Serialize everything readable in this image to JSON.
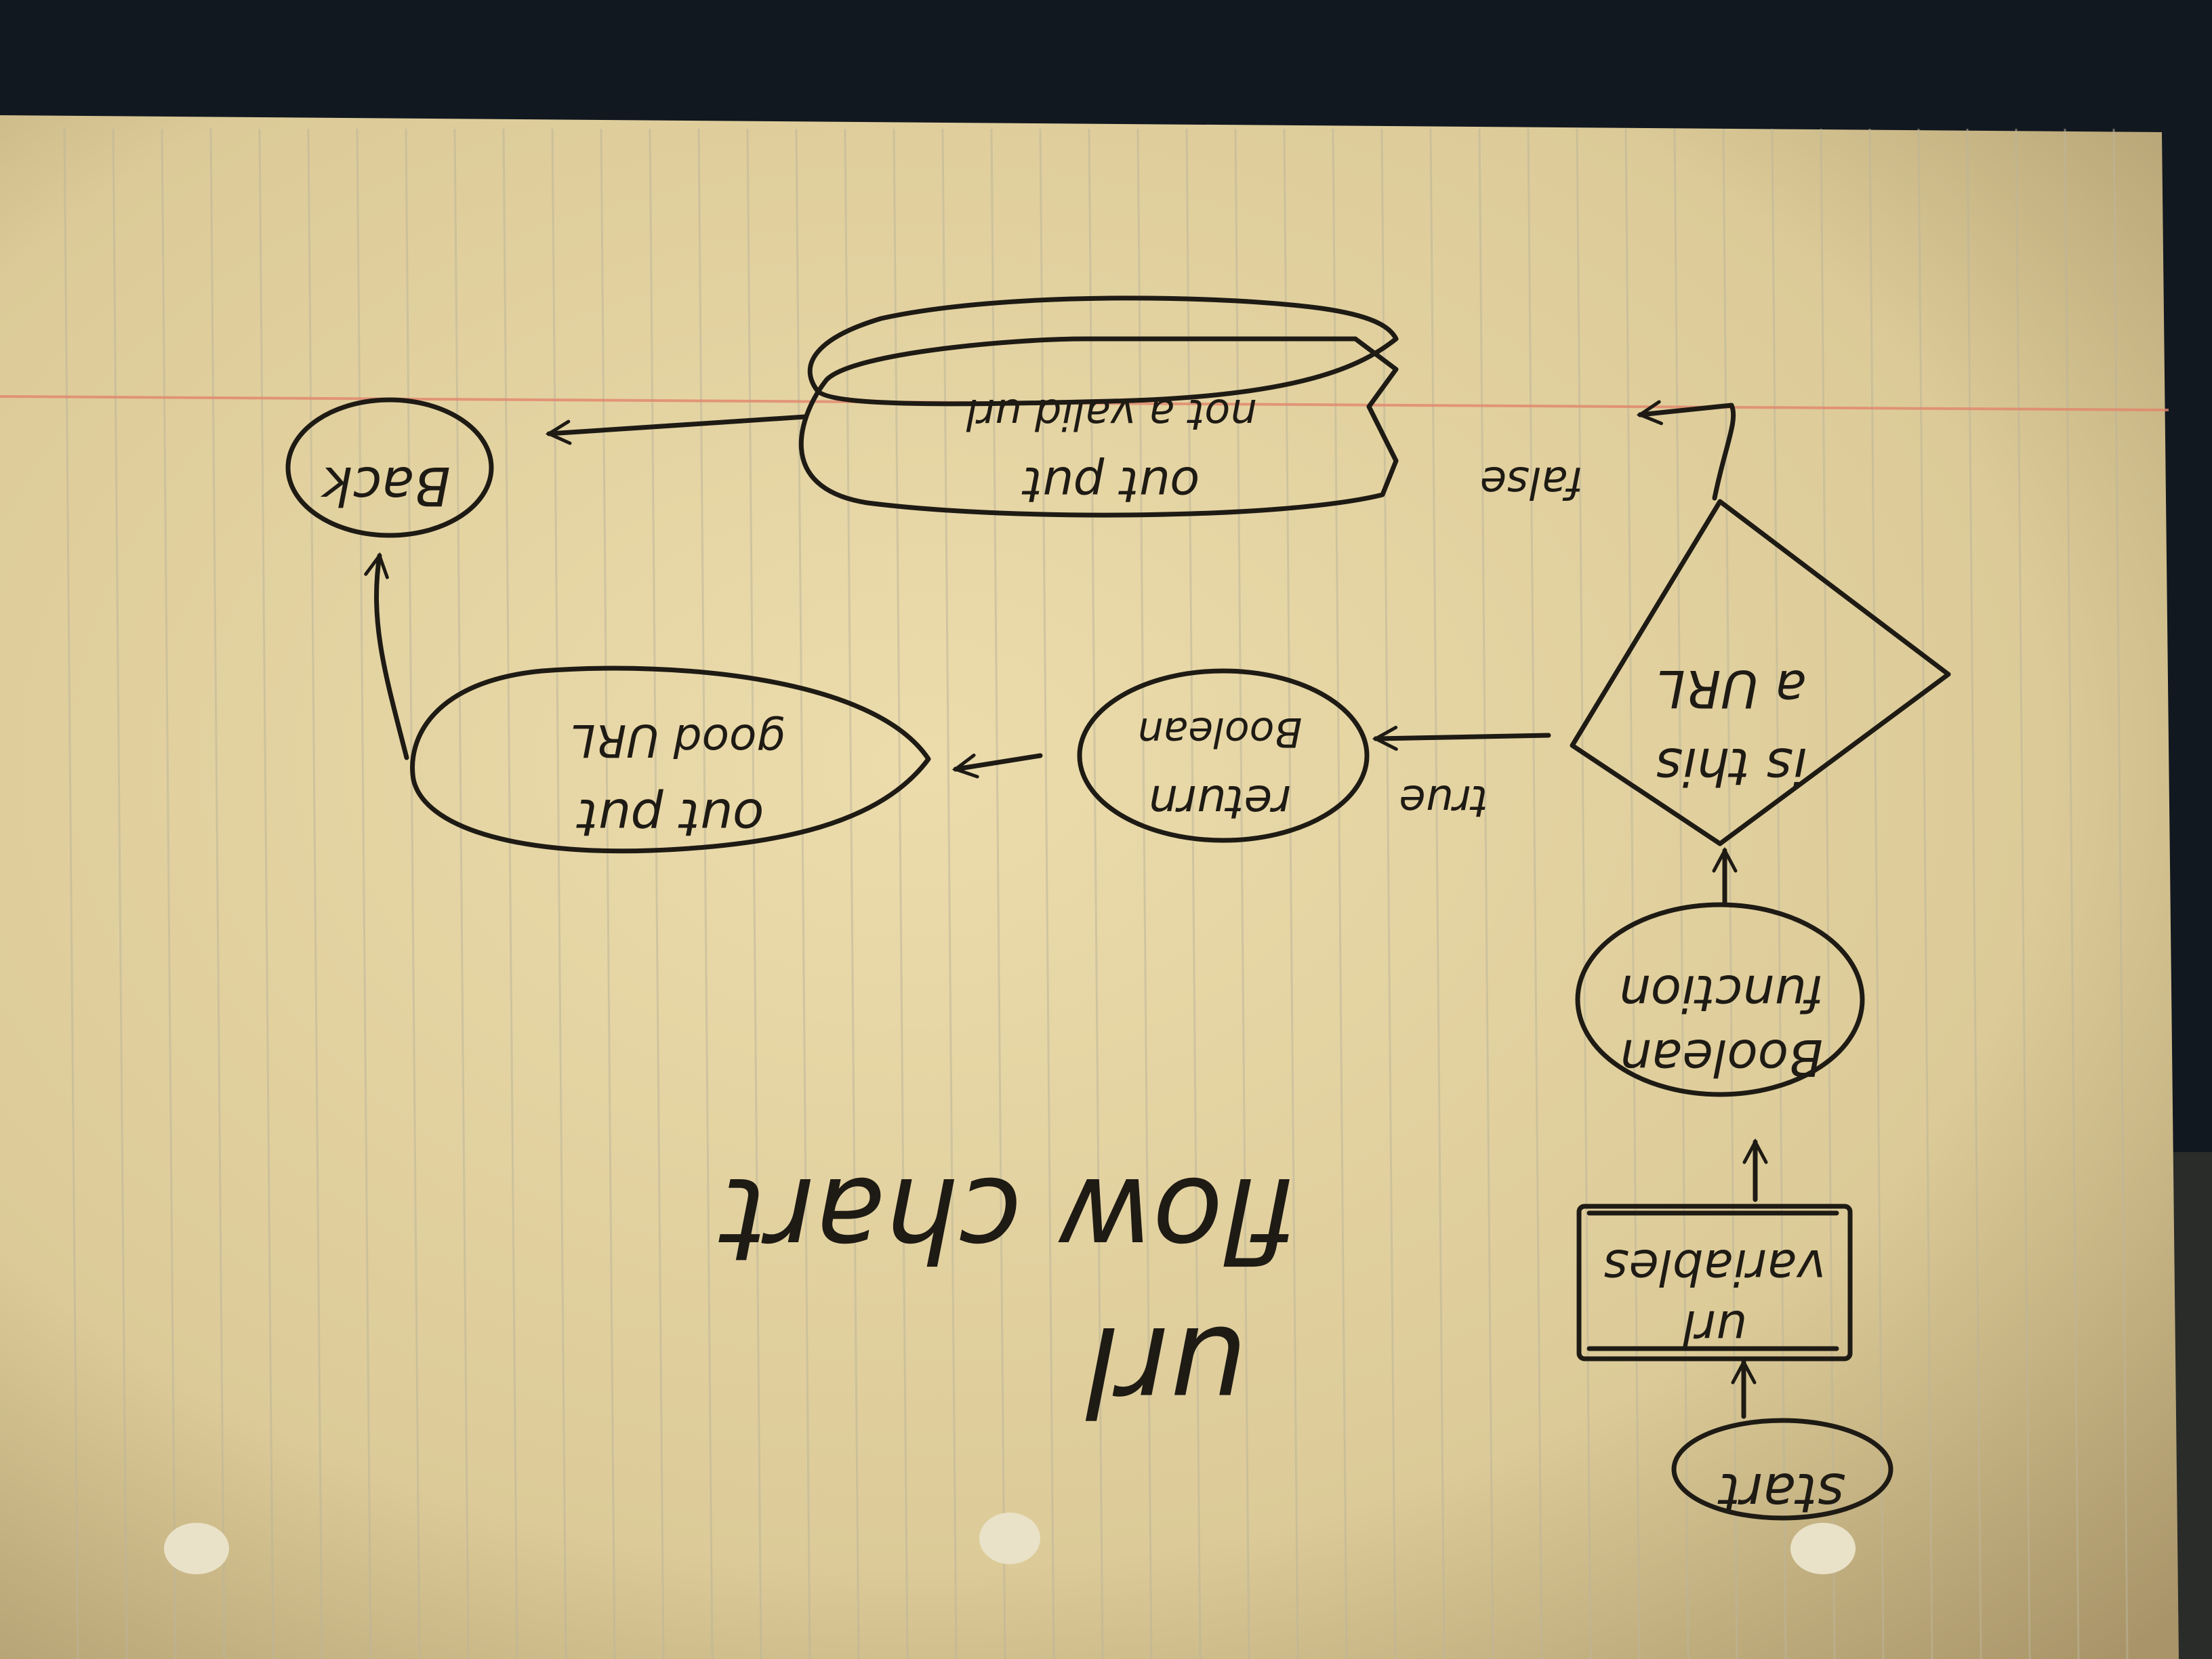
{
  "title": {
    "line1": "url",
    "line2": "flow chart"
  },
  "nodes": {
    "start": "start",
    "variables": [
      "url",
      "variables"
    ],
    "function": [
      "Boolean",
      "function"
    ],
    "decision": [
      "is this",
      "a URL"
    ],
    "return_boolean": [
      "return",
      "Boolean"
    ],
    "output_good": [
      "out put",
      "good URL"
    ],
    "output_bad": [
      "out put",
      "not a valid url"
    ],
    "back": "Back"
  },
  "edges": {
    "true_label": "true",
    "false_label": "false"
  },
  "colors": {
    "ink": "#1e1a14",
    "paper": "#e7d6a4",
    "margin_line": "#e2866c"
  }
}
